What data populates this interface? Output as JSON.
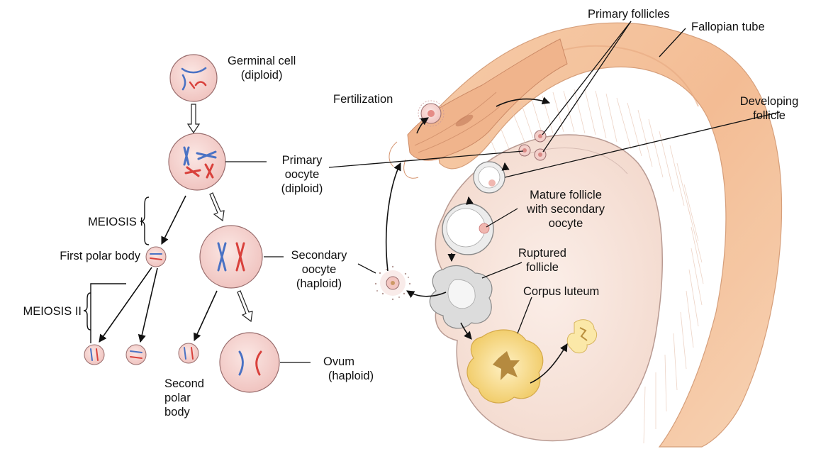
{
  "labels": {
    "germinal_cell": [
      "Germinal cell",
      "(diploid)"
    ],
    "primary_oocyte": [
      "Primary",
      "oocyte",
      "(diploid)"
    ],
    "meiosis_1": "MEIOSIS I",
    "first_polar_body": "First polar body",
    "meiosis_2": "MEIOSIS II",
    "secondary_oocyte": [
      "Secondary",
      "oocyte",
      "(haploid)"
    ],
    "second_polar_body": [
      "Second",
      "polar",
      "body"
    ],
    "ovum": [
      "Ovum",
      "(haploid)"
    ],
    "fertilization": "Fertilization",
    "primary_follicles": "Primary follicles",
    "fallopian_tube": "Fallopian tube",
    "developing_follicle": [
      "Developing",
      "follicle"
    ],
    "mature_follicle": [
      "Mature follicle",
      "with secondary",
      "oocyte"
    ],
    "ruptured_follicle": [
      "Ruptured",
      "follicle"
    ],
    "corpus_luteum": "Corpus luteum"
  },
  "colors": {
    "cell_fill": "#f6d6d3",
    "cell_stroke": "#9a6e6e",
    "chromosome_red": "#d9413c",
    "chromosome_blue": "#4a72c4",
    "tube_fill": "#f2c09a",
    "ovary_fill": "#f7e4dc",
    "corpus_luteum": "#f3d27a"
  }
}
